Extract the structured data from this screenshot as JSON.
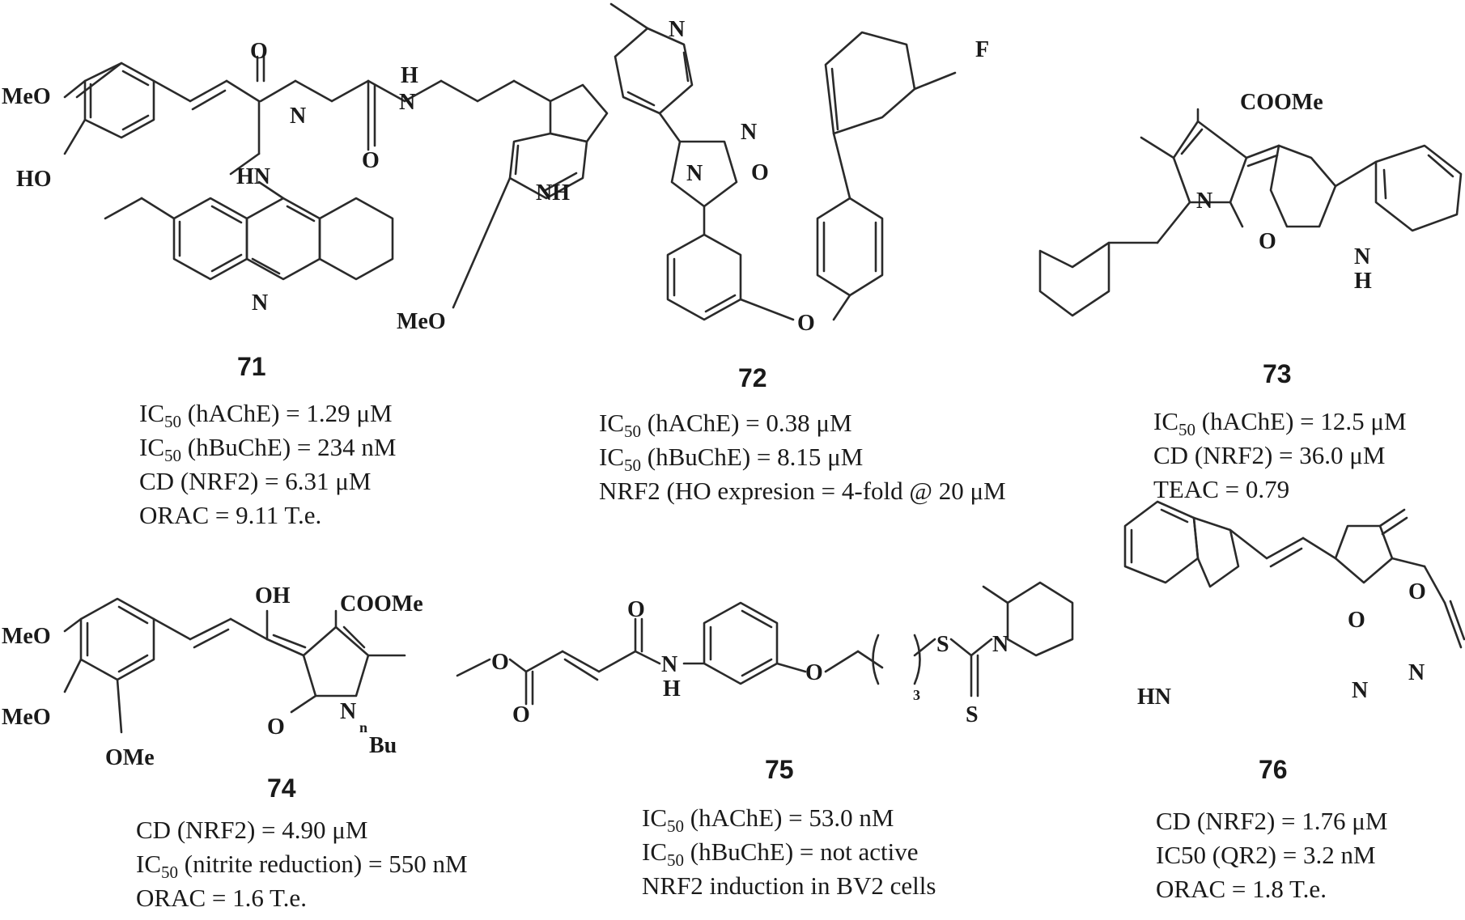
{
  "compounds": [
    {
      "id": "71",
      "atoms": [
        "O",
        "MeO",
        "HO",
        "N",
        "H",
        "N",
        "O",
        "HN",
        "NH",
        "N",
        "MeO"
      ],
      "props": [
        {
          "label": "IC",
          "sub": "50",
          "text": " (hAChE) = 1.29 μM"
        },
        {
          "label": "IC",
          "sub": "50",
          "text": " (hBuChE) = 234 nM"
        },
        {
          "label": "CD (NRF2) = 6.31 μM",
          "sub": "",
          "text": ""
        },
        {
          "label": "ORAC = 9.11 T.e.",
          "sub": "",
          "text": ""
        }
      ]
    },
    {
      "id": "72",
      "atoms": [
        "N",
        "F",
        "N",
        "O",
        "N",
        "O"
      ],
      "props": [
        {
          "label": "IC",
          "sub": "50",
          "text": " (hAChE) = 0.38 μM"
        },
        {
          "label": "IC",
          "sub": "50",
          "text": " (hBuChE) = 8.15 μM"
        },
        {
          "label": "NRF2 (HO expresion = 4-fold @ 20 μM",
          "sub": "",
          "text": ""
        }
      ]
    },
    {
      "id": "73",
      "atoms": [
        "COOMe",
        "N",
        "O",
        "N",
        "H"
      ],
      "props": [
        {
          "label": "IC",
          "sub": "50",
          "text": " (hAChE) = 12.5 μM"
        },
        {
          "label": "CD (NRF2) = 36.0 μM",
          "sub": "",
          "text": ""
        },
        {
          "label": "TEAC = 0.79",
          "sub": "",
          "text": ""
        }
      ]
    },
    {
      "id": "74",
      "atoms": [
        "OH",
        "COOMe",
        "MeO",
        "MeO",
        "O",
        "N",
        "n",
        "Bu",
        "OMe"
      ],
      "props": [
        {
          "label": "CD (NRF2) = 4.90 μM",
          "sub": "",
          "text": ""
        },
        {
          "label": "IC",
          "sub": "50",
          "text": " (nitrite reduction) = 550 nM"
        },
        {
          "label": "ORAC = 1.6 T.e.",
          "sub": "",
          "text": ""
        }
      ]
    },
    {
      "id": "75",
      "atoms": [
        "O",
        "O",
        "O",
        "N",
        "H",
        "O",
        "S",
        "N",
        "3",
        "S"
      ],
      "props": [
        {
          "label": "IC",
          "sub": "50",
          "text": " (hAChE) = 53.0 nM"
        },
        {
          "label": "IC",
          "sub": "50",
          "text": " (hBuChE) = not active"
        },
        {
          "label": "NRF2 induction in BV2 cells",
          "sub": "",
          "text": ""
        }
      ]
    },
    {
      "id": "76",
      "atoms": [
        "O",
        "O",
        "HN",
        "N",
        "N"
      ],
      "props": [
        {
          "label": "CD (NRF2) = 1.76 μM",
          "sub": "",
          "text": ""
        },
        {
          "label": "IC50 (QR2) = 3.2 nM",
          "sub": "",
          "text": ""
        },
        {
          "label": "ORAC = 1.8 T.e.",
          "sub": "",
          "text": ""
        }
      ]
    }
  ]
}
